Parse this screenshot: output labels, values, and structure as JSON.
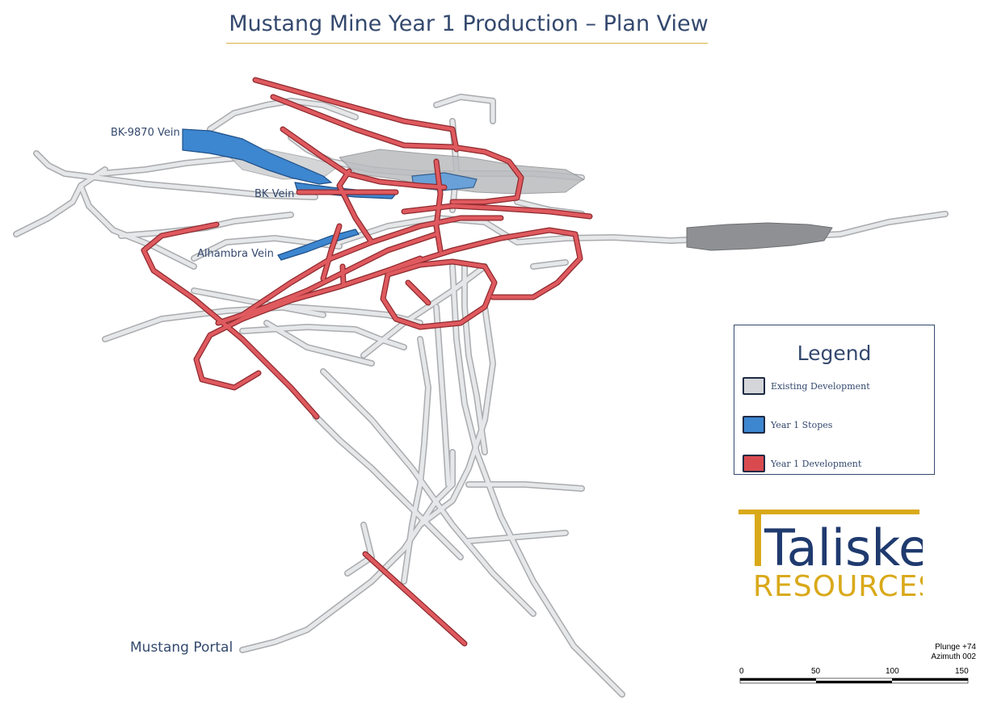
{
  "title": "Mustang Mine Year 1 Production – Plan View",
  "labels": {
    "bk9870": "BK-9870 Vein",
    "bk": "BK Vein",
    "alhambra": "Alhambra Vein",
    "portal": "Mustang Portal"
  },
  "legend": {
    "title": "Legend",
    "items": [
      {
        "label": "Existing Development",
        "color": "#d4d6d9"
      },
      {
        "label": "Year 1 Stopes",
        "color": "#3d86d0"
      },
      {
        "label": "Year 1 Development",
        "color": "#d94a4f"
      }
    ]
  },
  "logo": {
    "word1": "Talisker",
    "word2": "RESOURCES",
    "gold": "#d9a91a",
    "navy": "#1f3a6e"
  },
  "orientation": {
    "plunge": "Plunge +74",
    "azimuth": "Azimuth 002"
  },
  "scale": {
    "ticks": [
      "0",
      "50",
      "100",
      "150"
    ]
  },
  "colors": {
    "existing": "#d8d9dc",
    "existing_edge": "#a9abae",
    "stopes": "#3d86d0",
    "development": "#d94a4f",
    "development_edge": "#8e2a2e",
    "text": "#34496e"
  }
}
